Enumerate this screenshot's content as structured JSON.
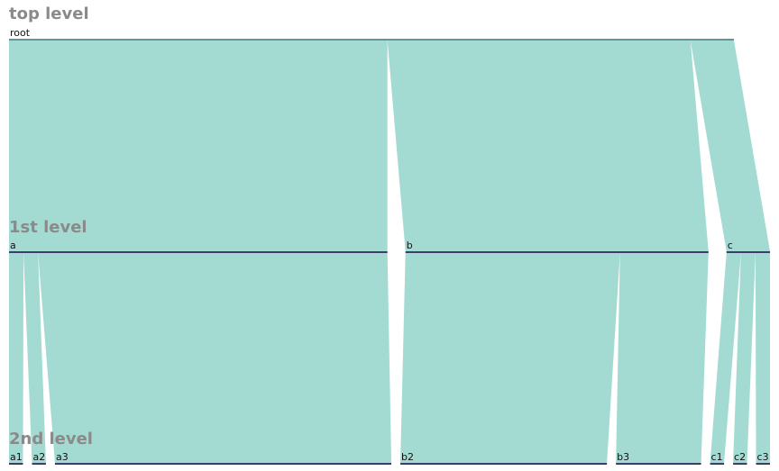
{
  "colors": {
    "flow": "#a3dbd2",
    "level_title": "#8a8a8a",
    "root_bar": "#5a9a94",
    "node_bar": "#3d3d6b"
  },
  "levels": [
    {
      "title": "top level"
    },
    {
      "title": "1st level"
    },
    {
      "title": "2nd level"
    }
  ],
  "nodes": {
    "root": {
      "label": "root",
      "value": 1000
    },
    "level1": [
      {
        "label": "a",
        "value": 522
      },
      {
        "label": "b",
        "value": 418
      },
      {
        "label": "c",
        "value": 60
      }
    ],
    "level2": [
      {
        "label": "a1",
        "value": 20,
        "parent": "a"
      },
      {
        "label": "a2",
        "value": 20,
        "parent": "a"
      },
      {
        "label": "a3",
        "value": 482,
        "parent": "a"
      },
      {
        "label": "b2",
        "value": 296,
        "parent": "b"
      },
      {
        "label": "b3",
        "value": 122,
        "parent": "b"
      },
      {
        "label": "c1",
        "value": 20,
        "parent": "c"
      },
      {
        "label": "c2",
        "value": 20,
        "parent": "c"
      },
      {
        "label": "c3",
        "value": 20,
        "parent": "c"
      }
    ]
  }
}
